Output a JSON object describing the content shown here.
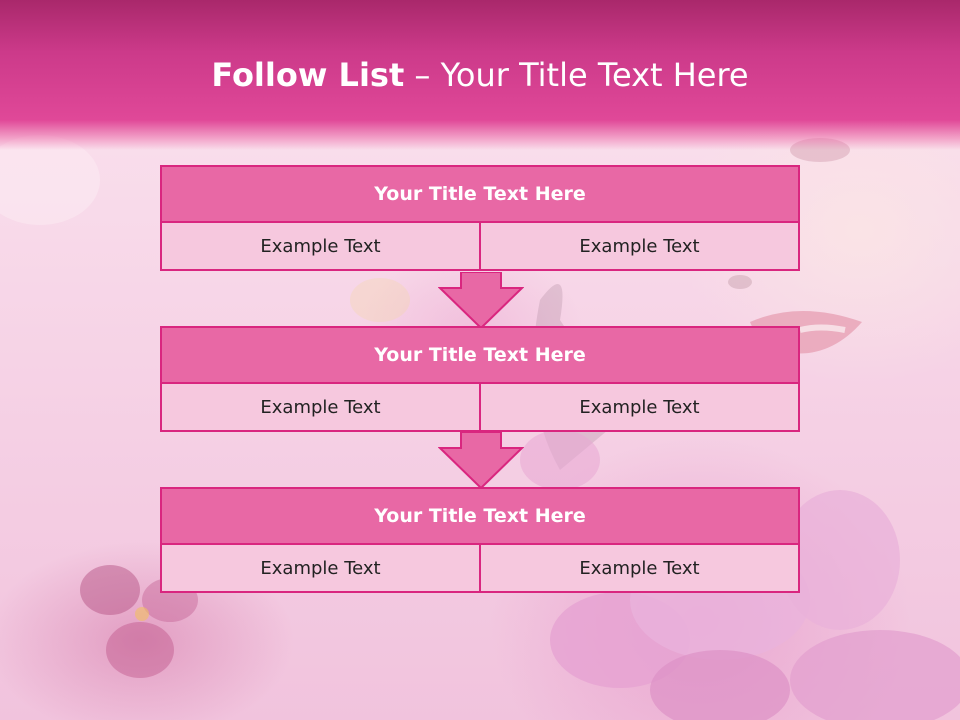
{
  "slide": {
    "title_bold": "Follow List",
    "title_rest": " – Your Title Text Here"
  },
  "steps": [
    {
      "title": "Your Title Text Here",
      "left": "Example Text",
      "right": "Example Text"
    },
    {
      "title": "Your Title Text Here",
      "left": "Example Text",
      "right": "Example Text"
    },
    {
      "title": "Your Title Text Here",
      "left": "Example Text",
      "right": "Example Text"
    }
  ],
  "colors": {
    "title_band": "#cc3a8a",
    "card_header": "#e868a5",
    "card_cell": "#f6c8de",
    "border": "#d9267f",
    "arrow": "#e868a5"
  }
}
